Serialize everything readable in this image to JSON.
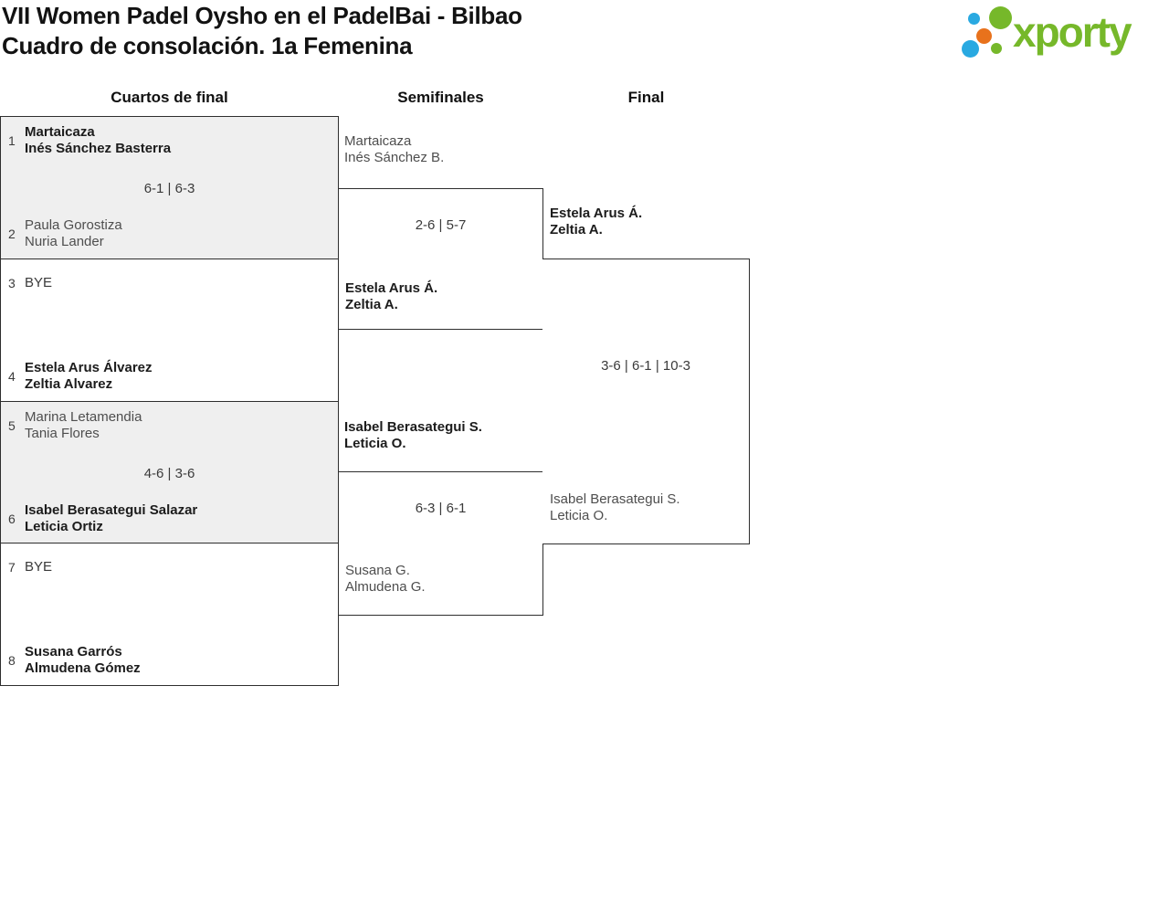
{
  "page": {
    "title_line1": "VII Women Padel Oysho en el PadelBai - Bilbao",
    "title_line2": "Cuadro de consolación. 1a Femenina"
  },
  "logo": {
    "text": "xporty",
    "green": "#76b82a",
    "blue": "#29a9e1",
    "orange": "#e8721c"
  },
  "rounds": [
    "Cuartos de final",
    "Semifinales",
    "Final"
  ],
  "colors": {
    "shaded_box": "#efefef",
    "border": "#2e2e2e",
    "winner_text": "#1c1c1c",
    "loser_text": "#4e4e4e"
  },
  "qf": [
    {
      "seed_top": "1",
      "top": [
        "Martaicaza",
        "Inés Sánchez Basterra"
      ],
      "score": "6-1 | 6-3",
      "seed_bottom": "2",
      "bottom": [
        "Paula Gorostiza",
        "Nuria Lander"
      ]
    },
    {
      "seed_top": "3",
      "top": [
        "BYE",
        ""
      ],
      "score": "",
      "seed_bottom": "4",
      "bottom": [
        "Estela Arus Álvarez",
        "Zeltia Alvarez"
      ]
    },
    {
      "seed_top": "5",
      "top": [
        "Marina Letamendia",
        "Tania Flores"
      ],
      "score": "4-6 | 3-6",
      "seed_bottom": "6",
      "bottom": [
        "Isabel Berasategui Salazar",
        "Leticia Ortiz"
      ]
    },
    {
      "seed_top": "7",
      "top": [
        "BYE",
        ""
      ],
      "score": "",
      "seed_bottom": "8",
      "bottom": [
        "Susana Garrós",
        "Almudena Gómez"
      ]
    }
  ],
  "sf": [
    {
      "top": [
        "Martaicaza",
        "Inés Sánchez B."
      ],
      "score": "2-6 | 5-7",
      "bottom": [
        "Estela Arus Á.",
        "Zeltia A."
      ]
    },
    {
      "top": [
        "Isabel Berasategui S.",
        "Leticia O."
      ],
      "score": "6-3 | 6-1",
      "bottom": [
        "Susana G.",
        "Almudena G."
      ]
    }
  ],
  "final": {
    "top": [
      "Estela Arus Á.",
      "Zeltia A."
    ],
    "score": "3-6 | 6-1 | 10-3",
    "bottom": [
      "Isabel Berasategui S.",
      "Leticia O."
    ]
  }
}
